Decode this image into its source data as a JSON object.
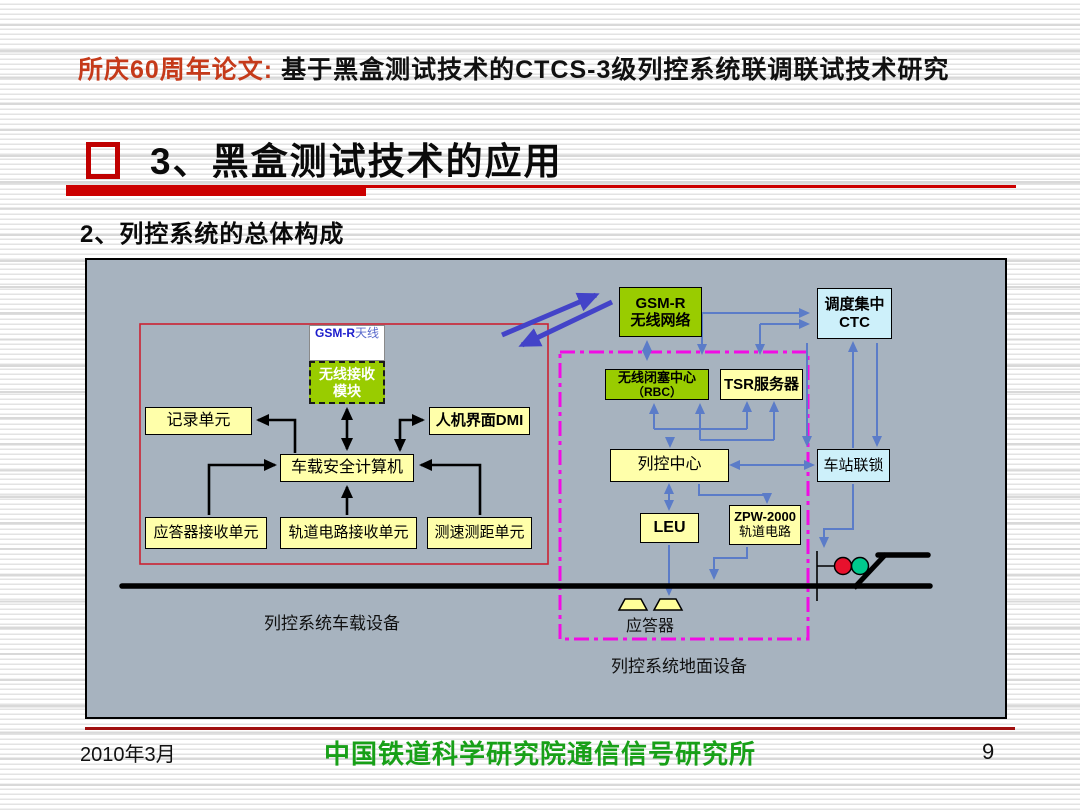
{
  "header": {
    "prefix": "所庆60周年论文:",
    "title": " 基于黑盒测试技术的CTCS-3级列控系统联调联试技术研究"
  },
  "section": {
    "title": "3、黑盒测试技术的应用"
  },
  "subtitle": "2、列控系统的总体构成",
  "diagram": {
    "boxes": {
      "gsmr_network": {
        "line1": "GSM-R",
        "line2": "无线网络"
      },
      "ctc": {
        "line1": "调度集中",
        "line2": "CTC"
      },
      "antenna_label": {
        "bold": "GSM-R",
        "rest": "天线"
      },
      "radio_module": {
        "line1": "无线接收",
        "line2": "模块"
      },
      "record_unit": "记录单元",
      "dmi": "人机界面DMI",
      "vital_computer": "车载安全计算机",
      "balise_receiver": "应答器接收单元",
      "track_receiver": "轨道电路接收单元",
      "speed_unit": "测速测距单元",
      "rbc": {
        "line1": "无线闭塞中心",
        "line2": "（RBC）"
      },
      "tsr": "TSR服务器",
      "tcc": "列控中心",
      "interlocking": "车站联锁",
      "leu": "LEU",
      "zpw": {
        "line1": "ZPW-2000",
        "line2": "轨道电路"
      }
    },
    "labels": {
      "onboard": "列控系统车载设备",
      "balise": "应答器",
      "ground": "列控系统地面设备"
    },
    "colors": {
      "panel_bg": "#a7b3bf",
      "green_box": "#99cc00",
      "cyan_box": "#cdf0fa",
      "yellow_box": "#ffffaa",
      "connector_blue": "#5b7cc8",
      "lightning_blue": "#4343c8",
      "onboard_boundary_red": "#cc2233",
      "ground_boundary_magenta": "#f10ce4",
      "signal_red": "#e8112d",
      "signal_green": "#00c98d",
      "title_accent_red": "#cc0000",
      "header_red": "#c53a1a",
      "footer_green": "#18a018"
    }
  },
  "footer": {
    "date": "2010年3月",
    "institute": "中国铁道科学研究院通信信号研究所",
    "page": "9"
  }
}
